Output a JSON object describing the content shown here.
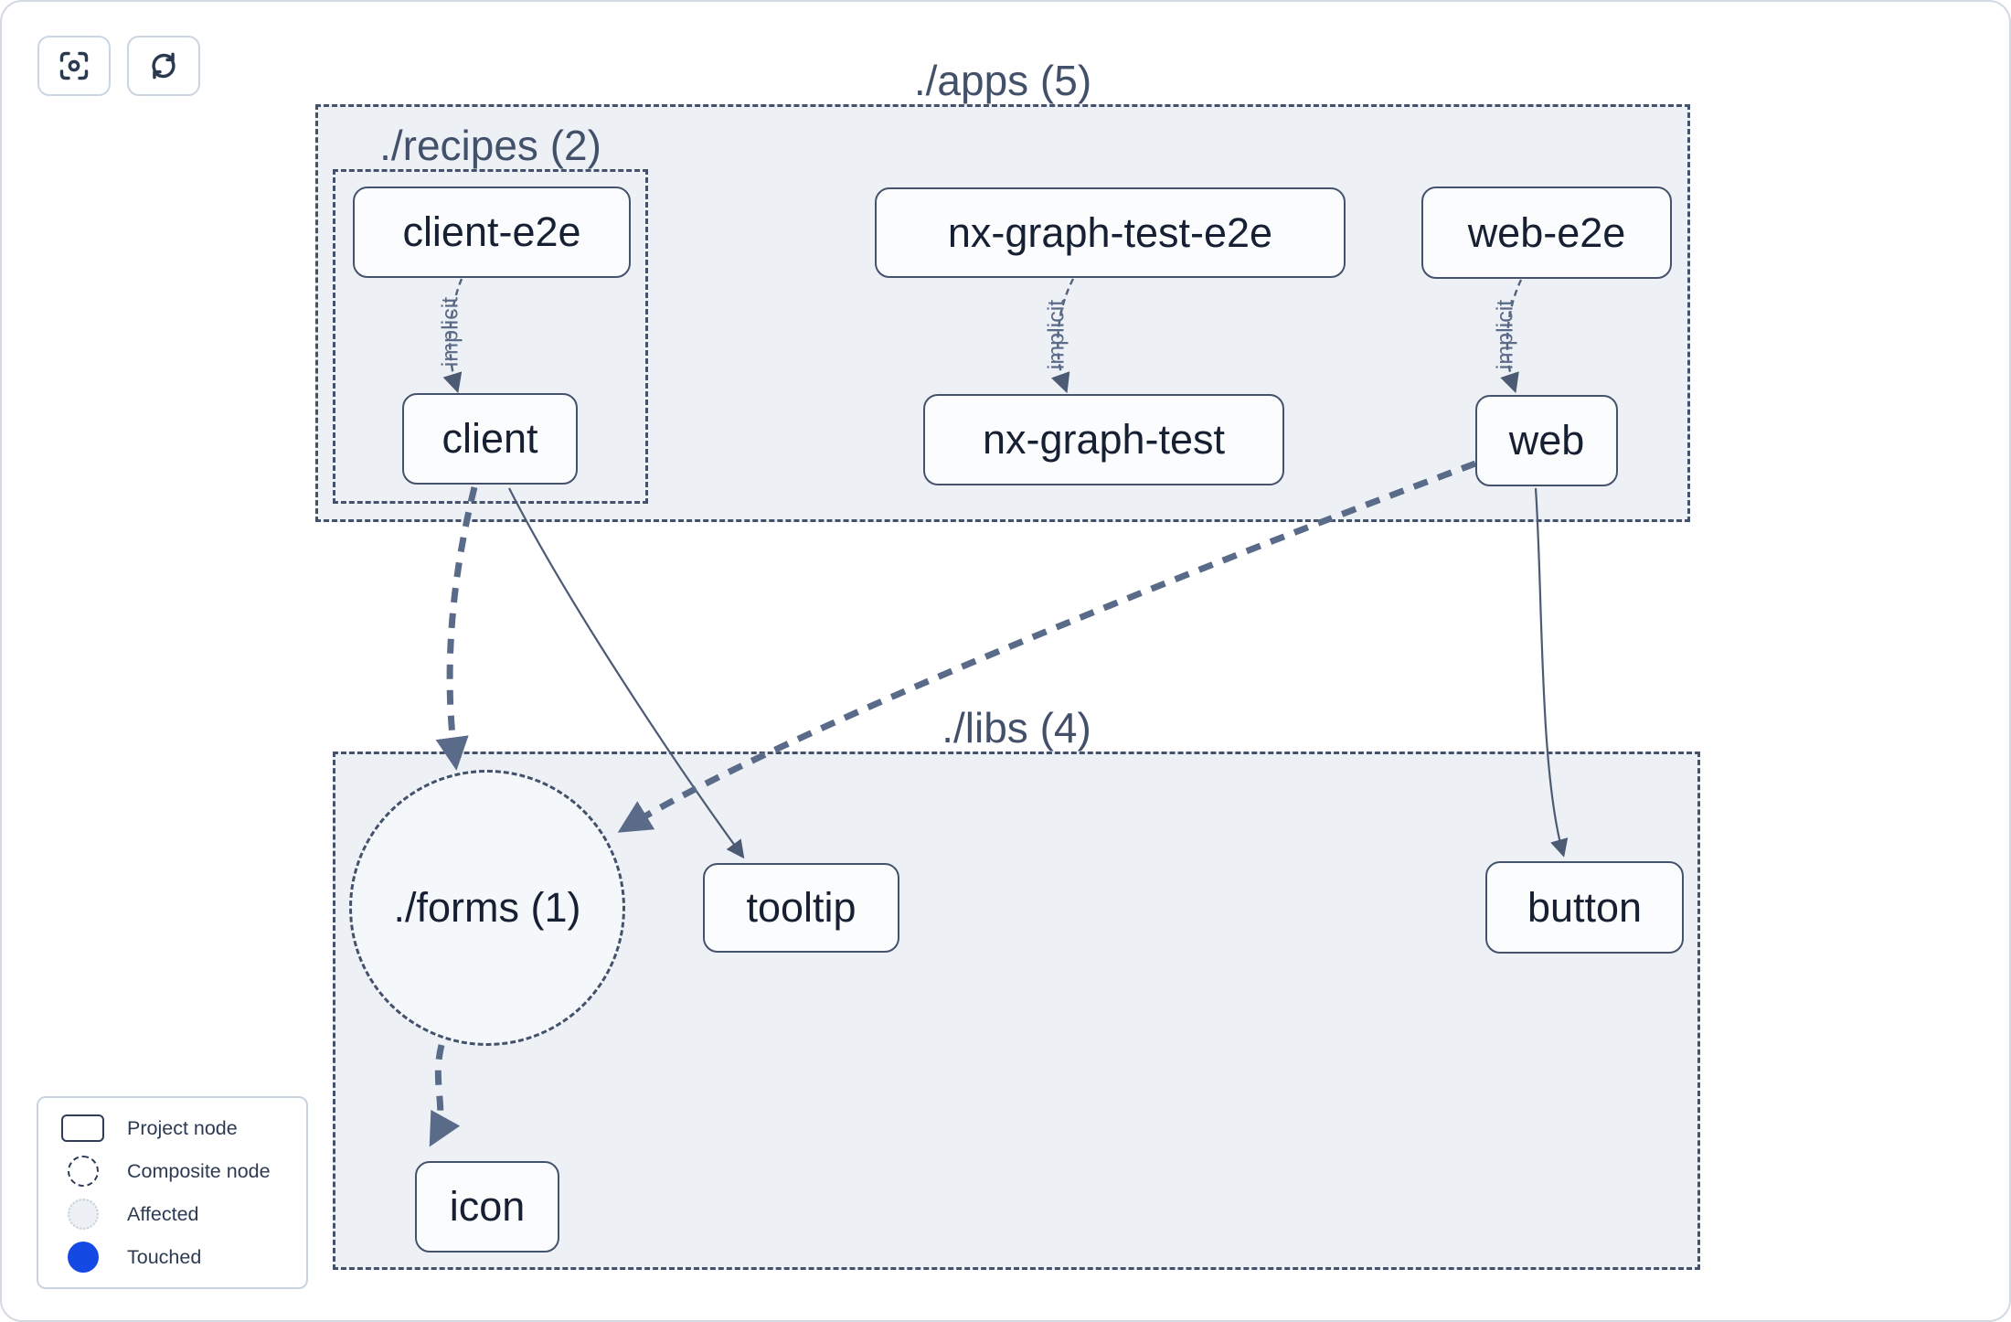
{
  "toolbar": {
    "buttons": [
      {
        "id": "focus",
        "icon": "focus-icon"
      },
      {
        "id": "refresh",
        "icon": "refresh-icon"
      }
    ]
  },
  "graph": {
    "groups": [
      {
        "id": "apps",
        "label": "./apps (5)"
      },
      {
        "id": "recipes",
        "label": "./recipes (2)"
      },
      {
        "id": "libs",
        "label": "./libs (4)"
      }
    ],
    "composite_nodes": [
      {
        "id": "forms",
        "label": "./forms (1)"
      }
    ],
    "nodes": [
      {
        "id": "client-e2e",
        "label": "client-e2e",
        "group": "recipes"
      },
      {
        "id": "client",
        "label": "client",
        "group": "recipes"
      },
      {
        "id": "nx-graph-test-e2e",
        "label": "nx-graph-test-e2e",
        "group": "apps"
      },
      {
        "id": "nx-graph-test",
        "label": "nx-graph-test",
        "group": "apps"
      },
      {
        "id": "web-e2e",
        "label": "web-e2e",
        "group": "apps"
      },
      {
        "id": "web",
        "label": "web",
        "group": "apps"
      },
      {
        "id": "tooltip",
        "label": "tooltip",
        "group": "libs"
      },
      {
        "id": "button",
        "label": "button",
        "group": "libs"
      },
      {
        "id": "icon",
        "label": "icon",
        "group": "libs"
      }
    ],
    "edges": [
      {
        "from": "client-e2e",
        "to": "client",
        "type": "implicit",
        "label": "implicit"
      },
      {
        "from": "nx-graph-test-e2e",
        "to": "nx-graph-test",
        "type": "implicit",
        "label": "implicit"
      },
      {
        "from": "web-e2e",
        "to": "web",
        "type": "implicit",
        "label": "implicit"
      },
      {
        "from": "client",
        "to": "./forms (1)",
        "type": "collapsed",
        "label": ""
      },
      {
        "from": "client",
        "to": "tooltip",
        "type": "static",
        "label": ""
      },
      {
        "from": "web",
        "to": "./forms (1)",
        "type": "collapsed",
        "label": ""
      },
      {
        "from": "web",
        "to": "button",
        "type": "static",
        "label": ""
      },
      {
        "from": "./forms (1)",
        "to": "icon",
        "type": "collapsed",
        "label": ""
      }
    ]
  },
  "legend": {
    "items": [
      {
        "swatch": "project-node",
        "label": "Project node"
      },
      {
        "swatch": "composite-node",
        "label": "Composite node"
      },
      {
        "swatch": "affected",
        "label": "Affected"
      },
      {
        "swatch": "touched",
        "label": "Touched"
      }
    ]
  },
  "colors": {
    "touched_blue": "#1549e3",
    "container_fill": "#edf1f6",
    "composite_fill": "#f5f8fb",
    "node_fill": "#fbfcfe",
    "node_border": "#44526b",
    "edge_thin": "#4c5a74",
    "edge_thick": "#5a6b89",
    "label_slate": "#42506a"
  }
}
